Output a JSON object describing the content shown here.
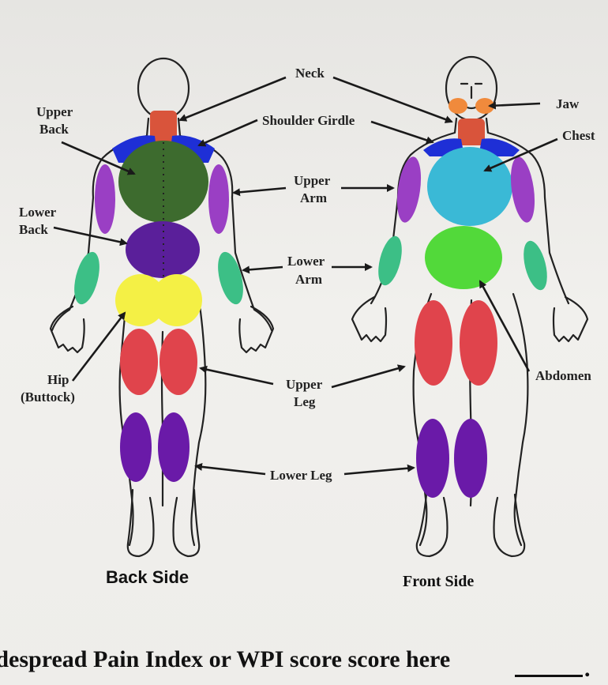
{
  "labels": {
    "neck": "Neck",
    "jaw": "Jaw",
    "upper_back": "Upper Back",
    "shoulder_girdle": "Shoulder Girdle",
    "chest": "Chest",
    "upper_arm": "Upper Arm",
    "lower_back": "Lower Back",
    "lower_arm": "Lower Arm",
    "abdomen": "Abdomen",
    "hip": "Hip (Buttock)",
    "upper_leg": "Upper Leg",
    "lower_leg": "Lower Leg"
  },
  "sides": {
    "back": "Back Side",
    "front": "Front Side"
  },
  "footer": {
    "text": "idespread Pain Index or WPI score score here",
    "trailing": "."
  },
  "colors": {
    "neck": "#d9543b",
    "shoulder": "#1e2fd6",
    "upper_back": "#3d6b2e",
    "lower_back": "#5a1f9a",
    "upper_arm": "#9a3fc4",
    "lower_arm": "#3cbf86",
    "hip": "#f4f045",
    "upper_leg": "#e0444c",
    "lower_leg": "#6a1aa8",
    "jaw": "#f08a3c",
    "chest": "#3ab9d6",
    "abdomen": "#52d93a"
  }
}
